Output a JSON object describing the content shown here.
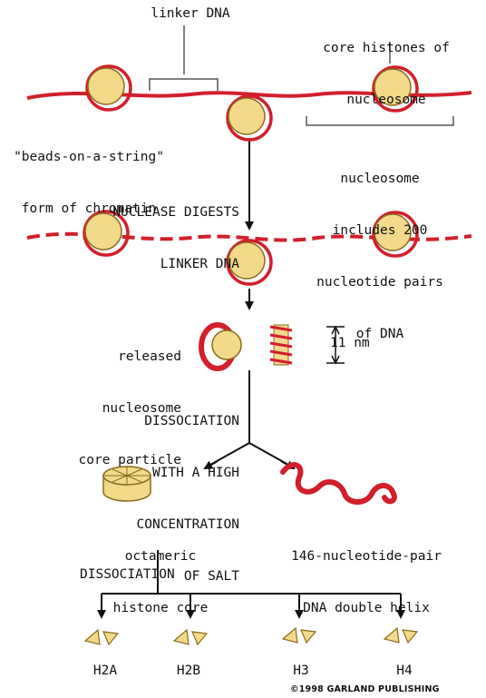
{
  "labels": {
    "linker_dna": "linker DNA",
    "core_histones": [
      "core histones of",
      "nucleosome"
    ],
    "beads_on_string": [
      "\"beads-on-a-string\"",
      "form of chromatin"
    ],
    "nucleosome_includes": [
      "nucleosome",
      "includes 200",
      "nucleotide pairs",
      "of DNA"
    ],
    "nuclease_digests": [
      "NUCLEASE DIGESTS",
      "LINKER DNA"
    ],
    "released_core": [
      "released",
      "nucleosome",
      "core particle"
    ],
    "size": "11 nm",
    "dissociation_salt": [
      "DISSOCIATION",
      "WITH A HIGH",
      "CONCENTRATION",
      "OF SALT"
    ],
    "octameric_core": [
      "octameric",
      "histone core"
    ],
    "dna_helix": [
      "146-nucleotide-pair",
      "DNA double helix"
    ],
    "dissociation": "DISSOCIATION",
    "histones": [
      "H2A",
      "H2B",
      "H3",
      "H4"
    ],
    "copyright": "©1998 GARLAND PUBLISHING"
  },
  "colors": {
    "dna": "#d21f2b",
    "bead": "#f3d98a",
    "bead_outline": "#8a6a1e",
    "arrow": "#111111"
  }
}
